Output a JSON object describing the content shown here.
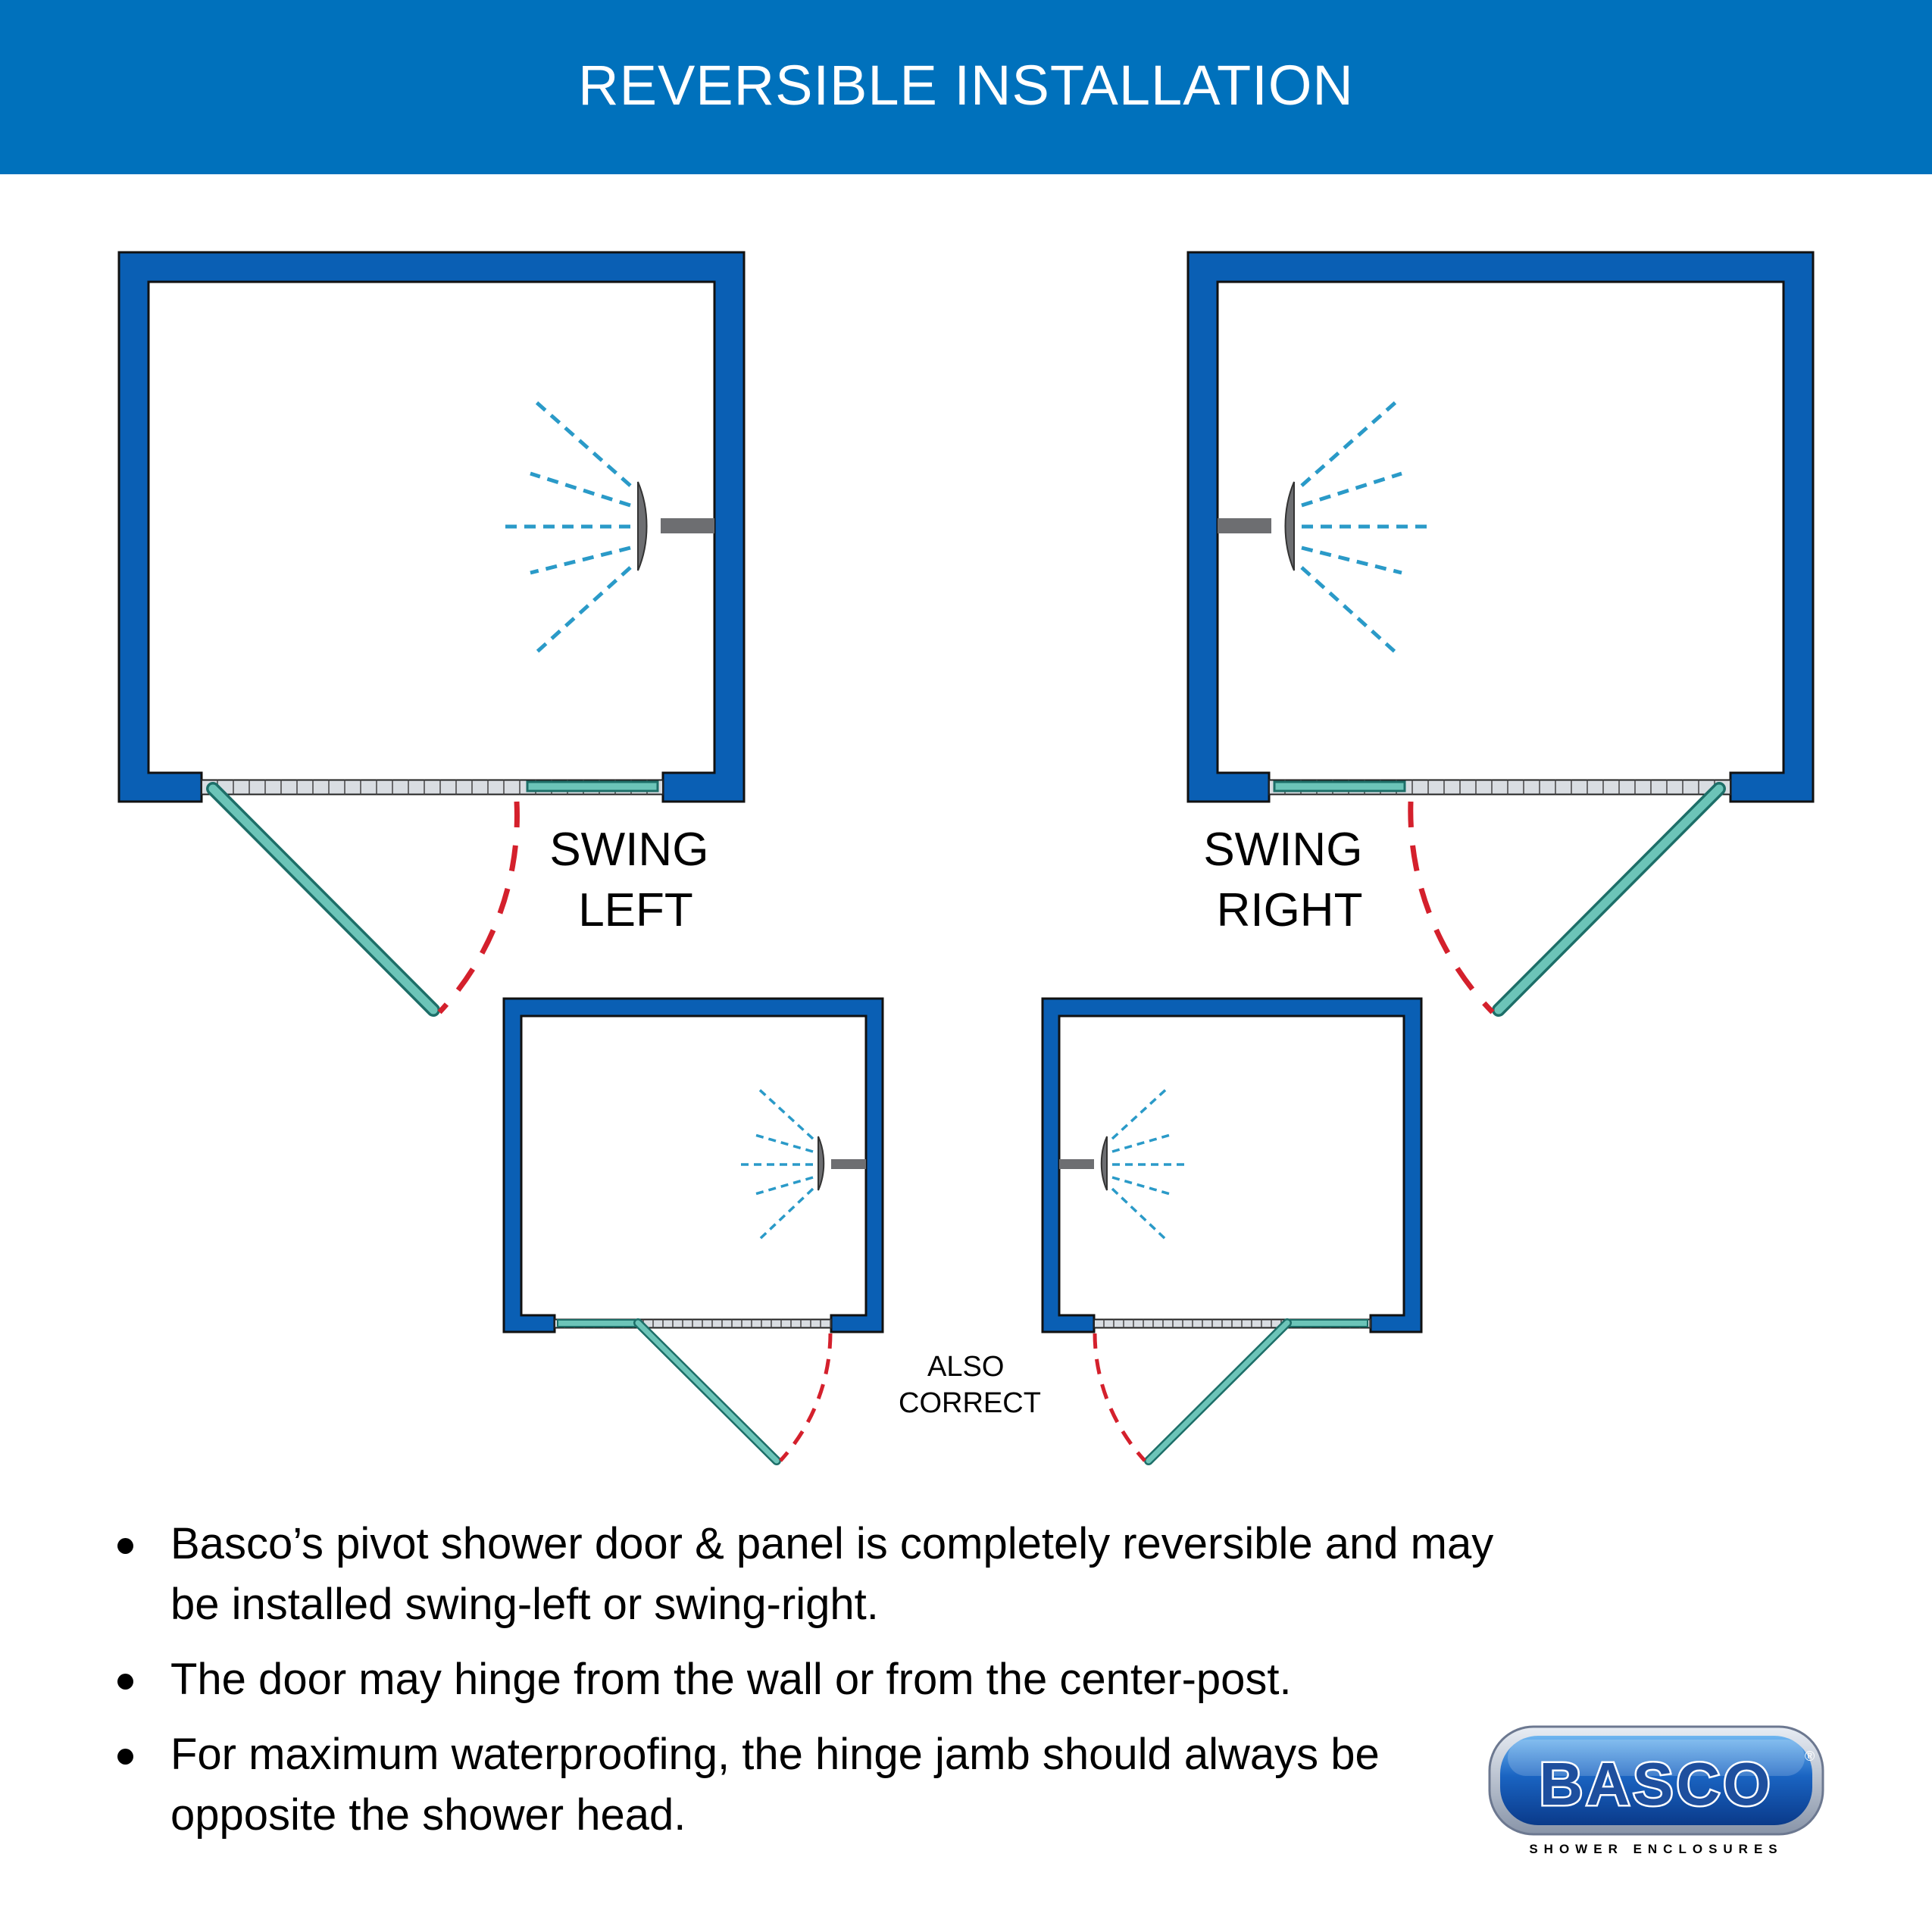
{
  "header": {
    "title": "REVERSIBLE INSTALLATION"
  },
  "diagram": {
    "label_swing_left": [
      "SWING",
      "LEFT"
    ],
    "label_swing_right": [
      "SWING",
      "RIGHT"
    ],
    "label_also_correct": [
      "ALSO",
      "CORRECT"
    ]
  },
  "bullets": [
    {
      "text": "Basco’s pivot shower door & panel is completely reversible and may be installed swing-left or swing-right."
    },
    {
      "text": "The door may hinge from the wall or from the center-post."
    },
    {
      "text": "For maximum waterproofing, the hinge jamb should always be opposite the shower head."
    }
  ],
  "logo": {
    "brand": "BASCO",
    "tagline": "SHOWER ENCLOSURES",
    "registered_mark": "®"
  },
  "colors": {
    "header_blue": "#0071bc",
    "wall_blue": "#0a5fb4",
    "glass_green": "#6cc4b8",
    "swing_red": "#d4202c",
    "spray_blue": "#2a9ac8",
    "fixture_gray": "#6d6e71"
  }
}
